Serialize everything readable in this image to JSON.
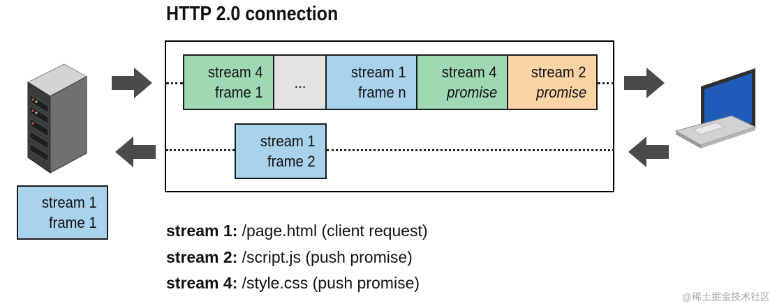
{
  "title": "HTTP 2.0 connection",
  "outgoing_frames": [
    {
      "line1": "stream 4",
      "line2": "frame 1",
      "color": "#9fd9b4"
    },
    {
      "line1": "...",
      "line2": "",
      "color": "#e3e3e3"
    },
    {
      "line1": "stream 1",
      "line2": "frame n",
      "color": "#a9d2ec"
    },
    {
      "line1": "stream 4",
      "line2": "promise",
      "color": "#9fd9b4"
    },
    {
      "line1": "stream 2",
      "line2": "promise",
      "color": "#fbd4a6"
    }
  ],
  "incoming_frame": {
    "line1": "stream 1",
    "line2": "frame 2",
    "color": "#a9d2ec"
  },
  "server_frame": {
    "line1": "stream 1",
    "line2": "frame 1",
    "color": "#a9d2ec"
  },
  "legend": [
    {
      "key": "stream 1:",
      "value": " /page.html  (client request)"
    },
    {
      "key": "stream 2:",
      "value": " /script.js  (push promise)"
    },
    {
      "key": "stream 4:",
      "value": " /style.css  (push promise)"
    }
  ],
  "watermark": "@稀土掘金技术社区",
  "icons": {
    "server": "server-icon",
    "laptop": "laptop-icon",
    "arrow_right": "arrow-right-icon",
    "arrow_left": "arrow-left-icon"
  }
}
